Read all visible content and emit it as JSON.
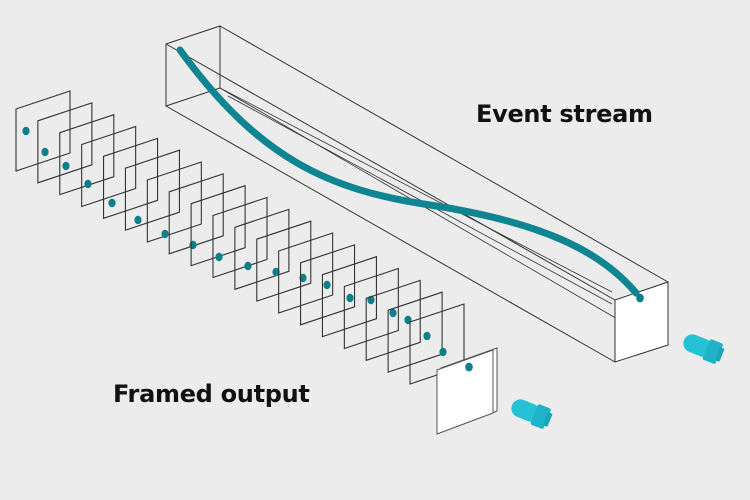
{
  "labels": {
    "event_stream": "Event stream",
    "framed_output": "Framed output"
  },
  "colors": {
    "background": "#ececec",
    "stroke": "#333333",
    "stream": "#0e8590",
    "dot": "#0e7f8a",
    "camera": "#25c2d6",
    "face": "#ffffff"
  },
  "diagram": {
    "frame_count": 19,
    "output_frames": 2,
    "icons": [
      "event-camera-icon",
      "frame-camera-icon"
    ]
  }
}
